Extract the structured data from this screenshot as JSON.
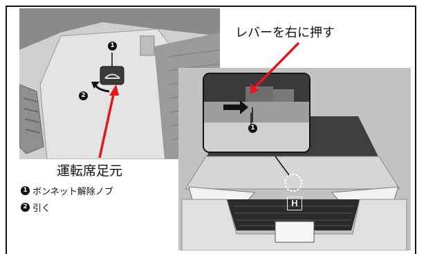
{
  "caption_left": "運転席足元",
  "caption_right": "レバーを右に押す",
  "legend": [
    {
      "marker": "1",
      "text": "ボンネット解除ノブ"
    },
    {
      "marker": "2",
      "text": "引く"
    }
  ],
  "callouts": {
    "knob_marker": "1",
    "pull_marker": "2",
    "lever_marker": "1"
  },
  "emblem": "H",
  "colors": {
    "arrow": "#e8131b",
    "photo_bg": "#bdbdbd",
    "frame": "#111111"
  }
}
